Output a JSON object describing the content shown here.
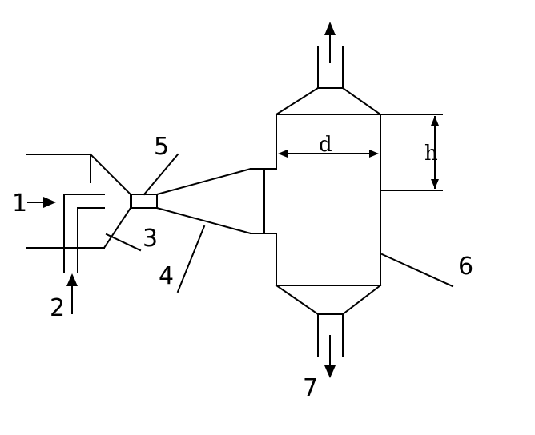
{
  "diagram": {
    "labels": {
      "l1": "1",
      "l2": "2",
      "l3": "3",
      "l4": "4",
      "l5": "5",
      "l6": "6",
      "l7": "7",
      "height_symbol": "h",
      "diameter_symbol": "d"
    }
  }
}
